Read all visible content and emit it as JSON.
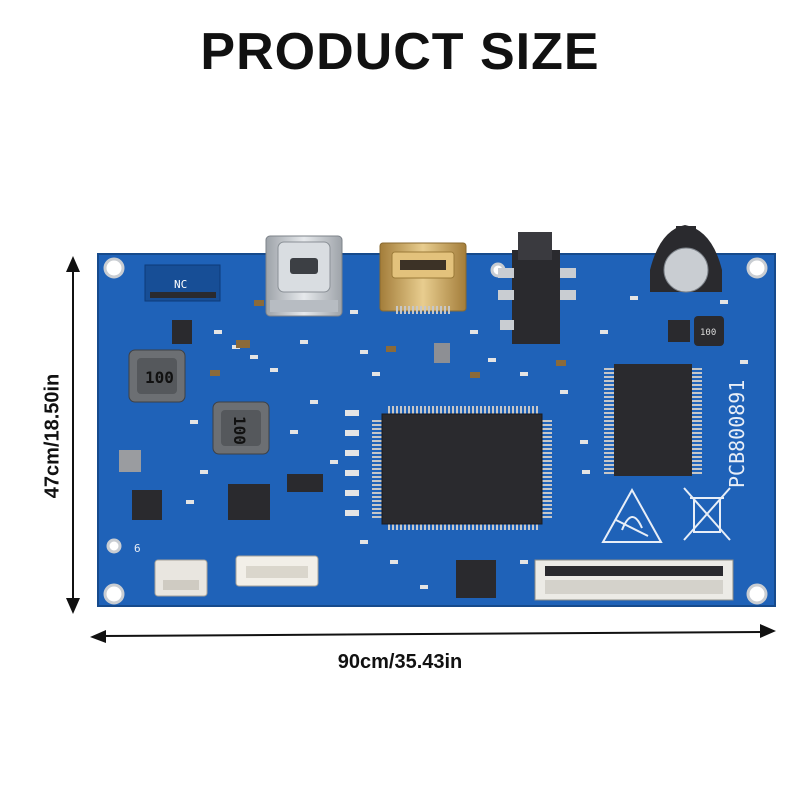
{
  "title": "PRODUCT SIZE",
  "dimensions": {
    "width_label": "90cm/35.43in",
    "height_label": "47cm/18.50in"
  },
  "board": {
    "model_silkscreen": "PCB800891",
    "connector_label": "NC",
    "inductor_marking_1": "100",
    "inductor_marking_2": "100",
    "inductor_marking_3": "100",
    "pin_label": "6"
  },
  "colors": {
    "pcb": "#1f62b8",
    "pcb_dark": "#174e96",
    "chip": "#2a2a2e",
    "metal": "#c9cdd2",
    "gold": "#c9a45c"
  }
}
